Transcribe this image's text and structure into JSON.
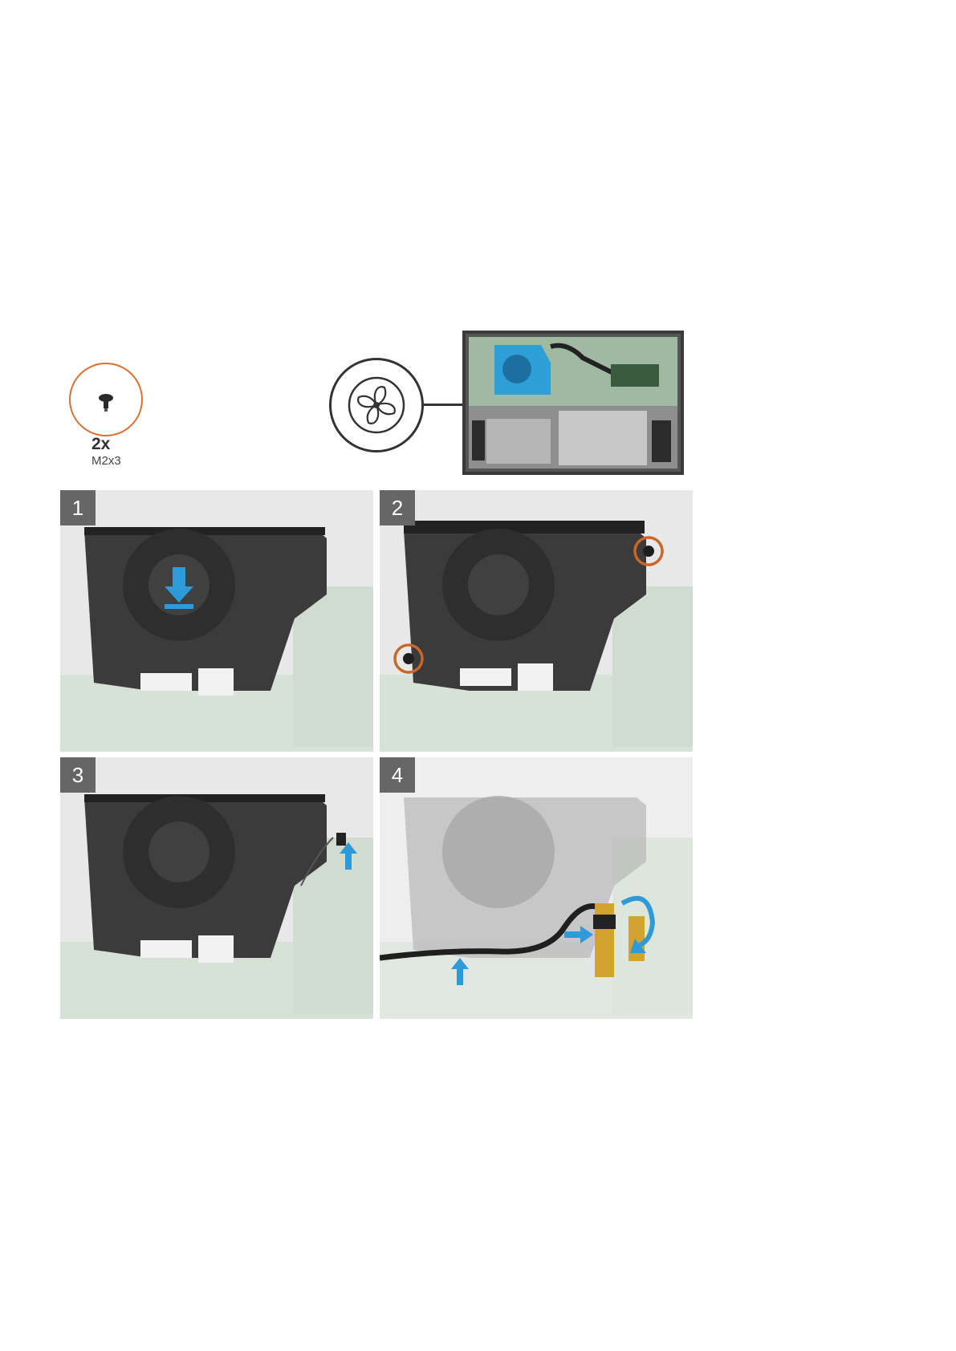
{
  "screw": {
    "count": "2x",
    "size": "M2x3",
    "callout_color": "#d9702f",
    "icon": "screw-icon"
  },
  "fan_callout": {
    "icon": "fan-icon"
  },
  "steps": [
    {
      "number": "1"
    },
    {
      "number": "2"
    },
    {
      "number": "3"
    },
    {
      "number": "4"
    }
  ],
  "colors": {
    "arrow": "#2e9ad8",
    "screw_ring": "#c9662a",
    "fan_highlight": "#2f9fd8",
    "fan_body": "#3b3b3b",
    "board": "#d9e6d9"
  }
}
